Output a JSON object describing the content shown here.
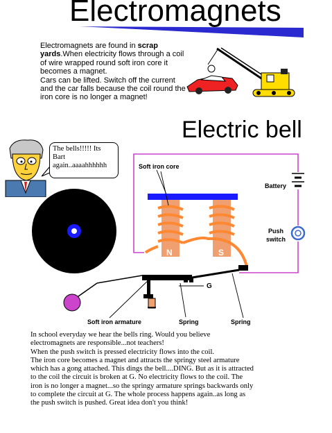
{
  "header": {
    "title": "Electromagnets"
  },
  "intro": {
    "text_before_bold": "Electromagnets are found in",
    "bold": "scrap yards",
    "text_after_bold": ".When electricity flows through a coil of wire wrapped round soft iron core it becomes a magnet.",
    "line2": "Cars can be lifted. Switch off the current and the car falls because the coil round the iron core is no longer a magnet!"
  },
  "bell": {
    "title": "Electric bell"
  },
  "speech": {
    "text": "The bells!!!!! Its Bart again..aaaahhhhhh"
  },
  "diagram": {
    "soft_iron_core": "Soft iron core",
    "battery": "Battery",
    "push_switch": "Push switch",
    "pole_n": "N",
    "pole_s": "S",
    "contact_g": "G",
    "armature": "Soft iron armature",
    "spring_1": "Spring",
    "spring_2": "Spring"
  },
  "colors": {
    "wire": "#cc44cc",
    "coil": "#ff8833",
    "gong": "#000000",
    "hammer": "#cc44cc",
    "crane": "#ffdd00",
    "car": "#ee2222"
  },
  "explanation": {
    "lines": [
      "In school everyday we hear the bells ring. Would you believe",
      "electromagnets are responsible...not teachers!",
      "When the push switch is pressed electricity flows into the coil.",
      "The iron core becomes a magnet and attracts the springy steel armature",
      "which has a gong attached. This dings the bell....DING. But as it is attracted",
      "to the coil the circuit is broken at G. No electricity flows to the coil. The",
      "iron is no longer a magnet...so the springy armature springs backwards only",
      "to complete the circuit at G. The whole process happens again..as long as",
      "the push switch is pushed.  Great idea don't you think!"
    ]
  }
}
